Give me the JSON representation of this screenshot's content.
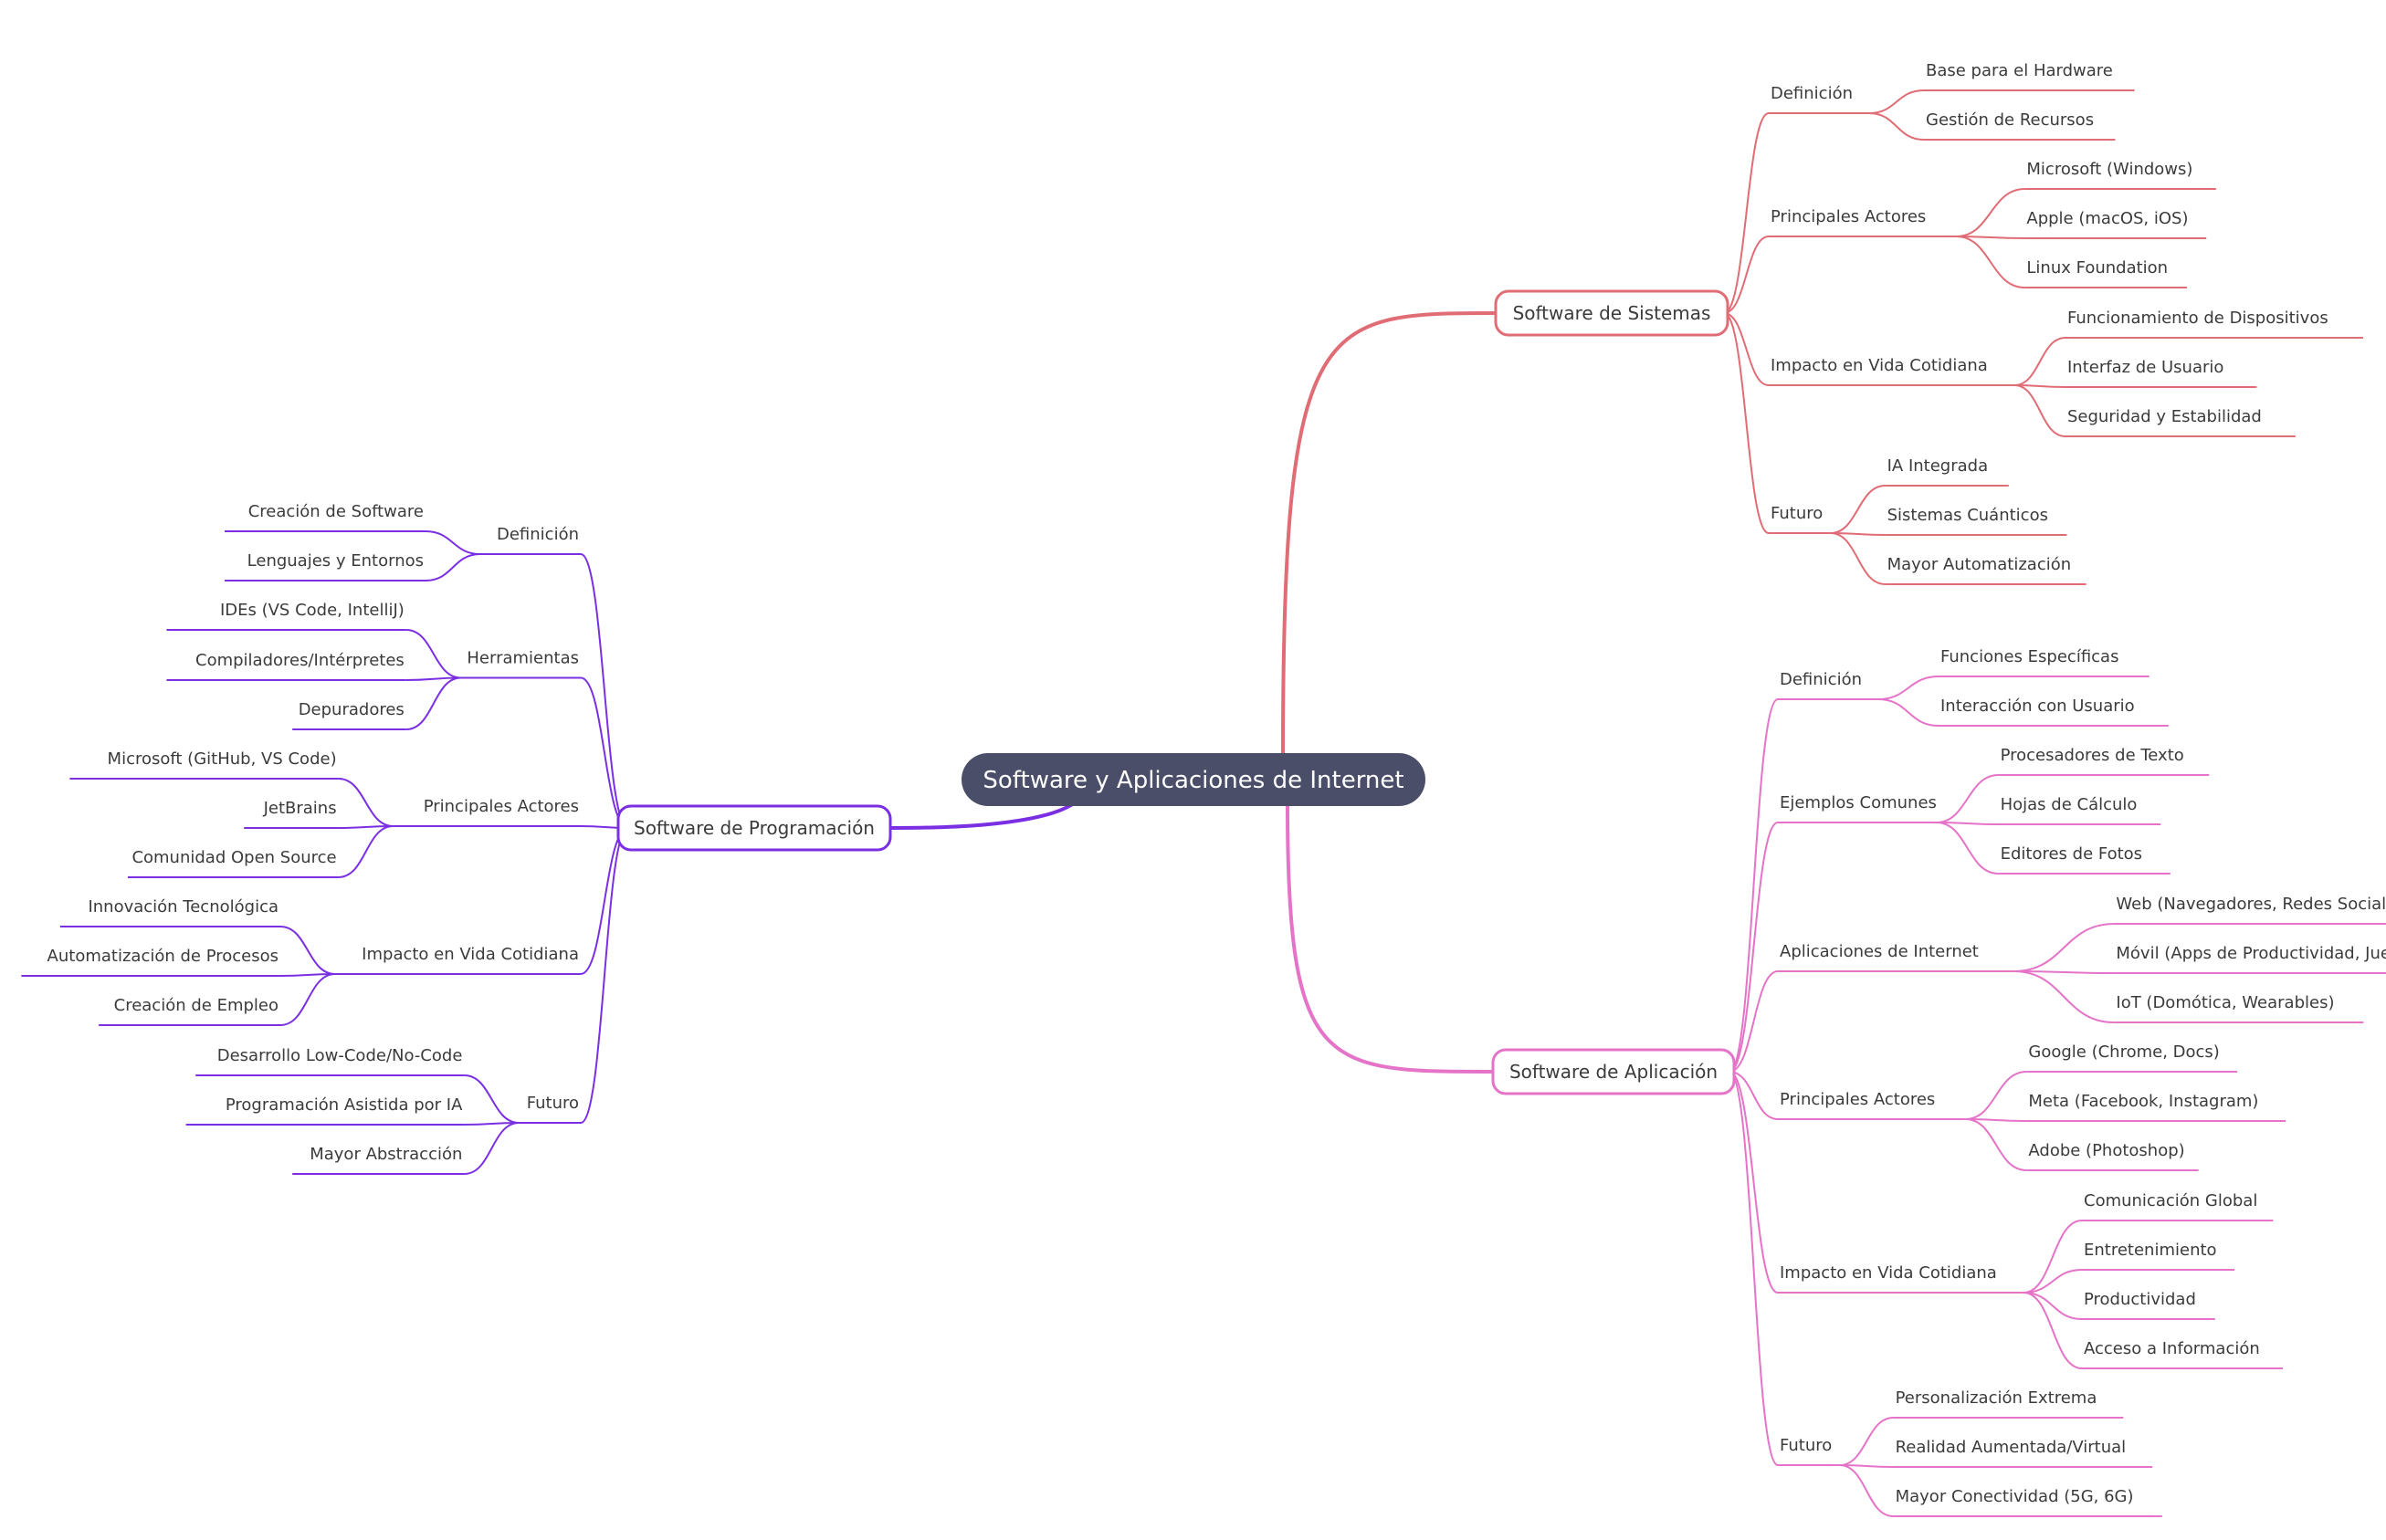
{
  "root": {
    "label": "Software y Aplicaciones de Internet",
    "color": "#4a4e69"
  },
  "branches": [
    {
      "label": "Software de Sistemas",
      "color": "#e06c75",
      "side": "right",
      "children": [
        {
          "label": "Definición",
          "children": [
            "Base para el Hardware",
            "Gestión de Recursos"
          ]
        },
        {
          "label": "Principales Actores",
          "children": [
            "Microsoft (Windows)",
            "Apple (macOS, iOS)",
            "Linux Foundation"
          ]
        },
        {
          "label": "Impacto en Vida Cotidiana",
          "children": [
            "Funcionamiento de Dispositivos",
            "Interfaz de Usuario",
            "Seguridad y Estabilidad"
          ]
        },
        {
          "label": "Futuro",
          "children": [
            "IA Integrada",
            "Sistemas Cuánticos",
            "Mayor Automatización"
          ]
        }
      ]
    },
    {
      "label": "Software de Aplicación",
      "color": "#e573c7",
      "side": "right",
      "children": [
        {
          "label": "Definición",
          "children": [
            "Funciones Específicas",
            "Interacción con Usuario"
          ]
        },
        {
          "label": "Ejemplos Comunes",
          "children": [
            "Procesadores de Texto",
            "Hojas de Cálculo",
            "Editores de Fotos"
          ]
        },
        {
          "label": "Aplicaciones de Internet",
          "children": [
            "Web (Navegadores, Redes Sociales)",
            "Móvil (Apps de Productividad, Juegos)",
            "IoT (Domótica, Wearables)"
          ]
        },
        {
          "label": "Principales Actores",
          "children": [
            "Google (Chrome, Docs)",
            "Meta (Facebook, Instagram)",
            "Adobe (Photoshop)"
          ]
        },
        {
          "label": "Impacto en Vida Cotidiana",
          "children": [
            "Comunicación Global",
            "Entretenimiento",
            "Productividad",
            "Acceso a Información"
          ]
        },
        {
          "label": "Futuro",
          "children": [
            "Personalización Extrema",
            "Realidad Aumentada/Virtual",
            "Mayor Conectividad (5G, 6G)"
          ]
        }
      ]
    },
    {
      "label": "Software de Programación",
      "color": "#7b2fe3",
      "side": "left",
      "children": [
        {
          "label": "Definición",
          "children": [
            "Creación de Software",
            "Lenguajes y Entornos"
          ]
        },
        {
          "label": "Herramientas",
          "children": [
            "IDEs (VS Code, IntelliJ)",
            "Compiladores/Intérpretes",
            "Depuradores"
          ]
        },
        {
          "label": "Principales Actores",
          "children": [
            "Microsoft (GitHub, VS Code)",
            "JetBrains",
            "Comunidad Open Source"
          ]
        },
        {
          "label": "Impacto en Vida Cotidiana",
          "children": [
            "Innovación Tecnológica",
            "Automatización de Procesos",
            "Creación de Empleo"
          ]
        },
        {
          "label": "Futuro",
          "children": [
            "Desarrollo Low-Code/No-Code",
            "Programación Asistida por IA",
            "Mayor Abstracción"
          ]
        }
      ]
    }
  ]
}
